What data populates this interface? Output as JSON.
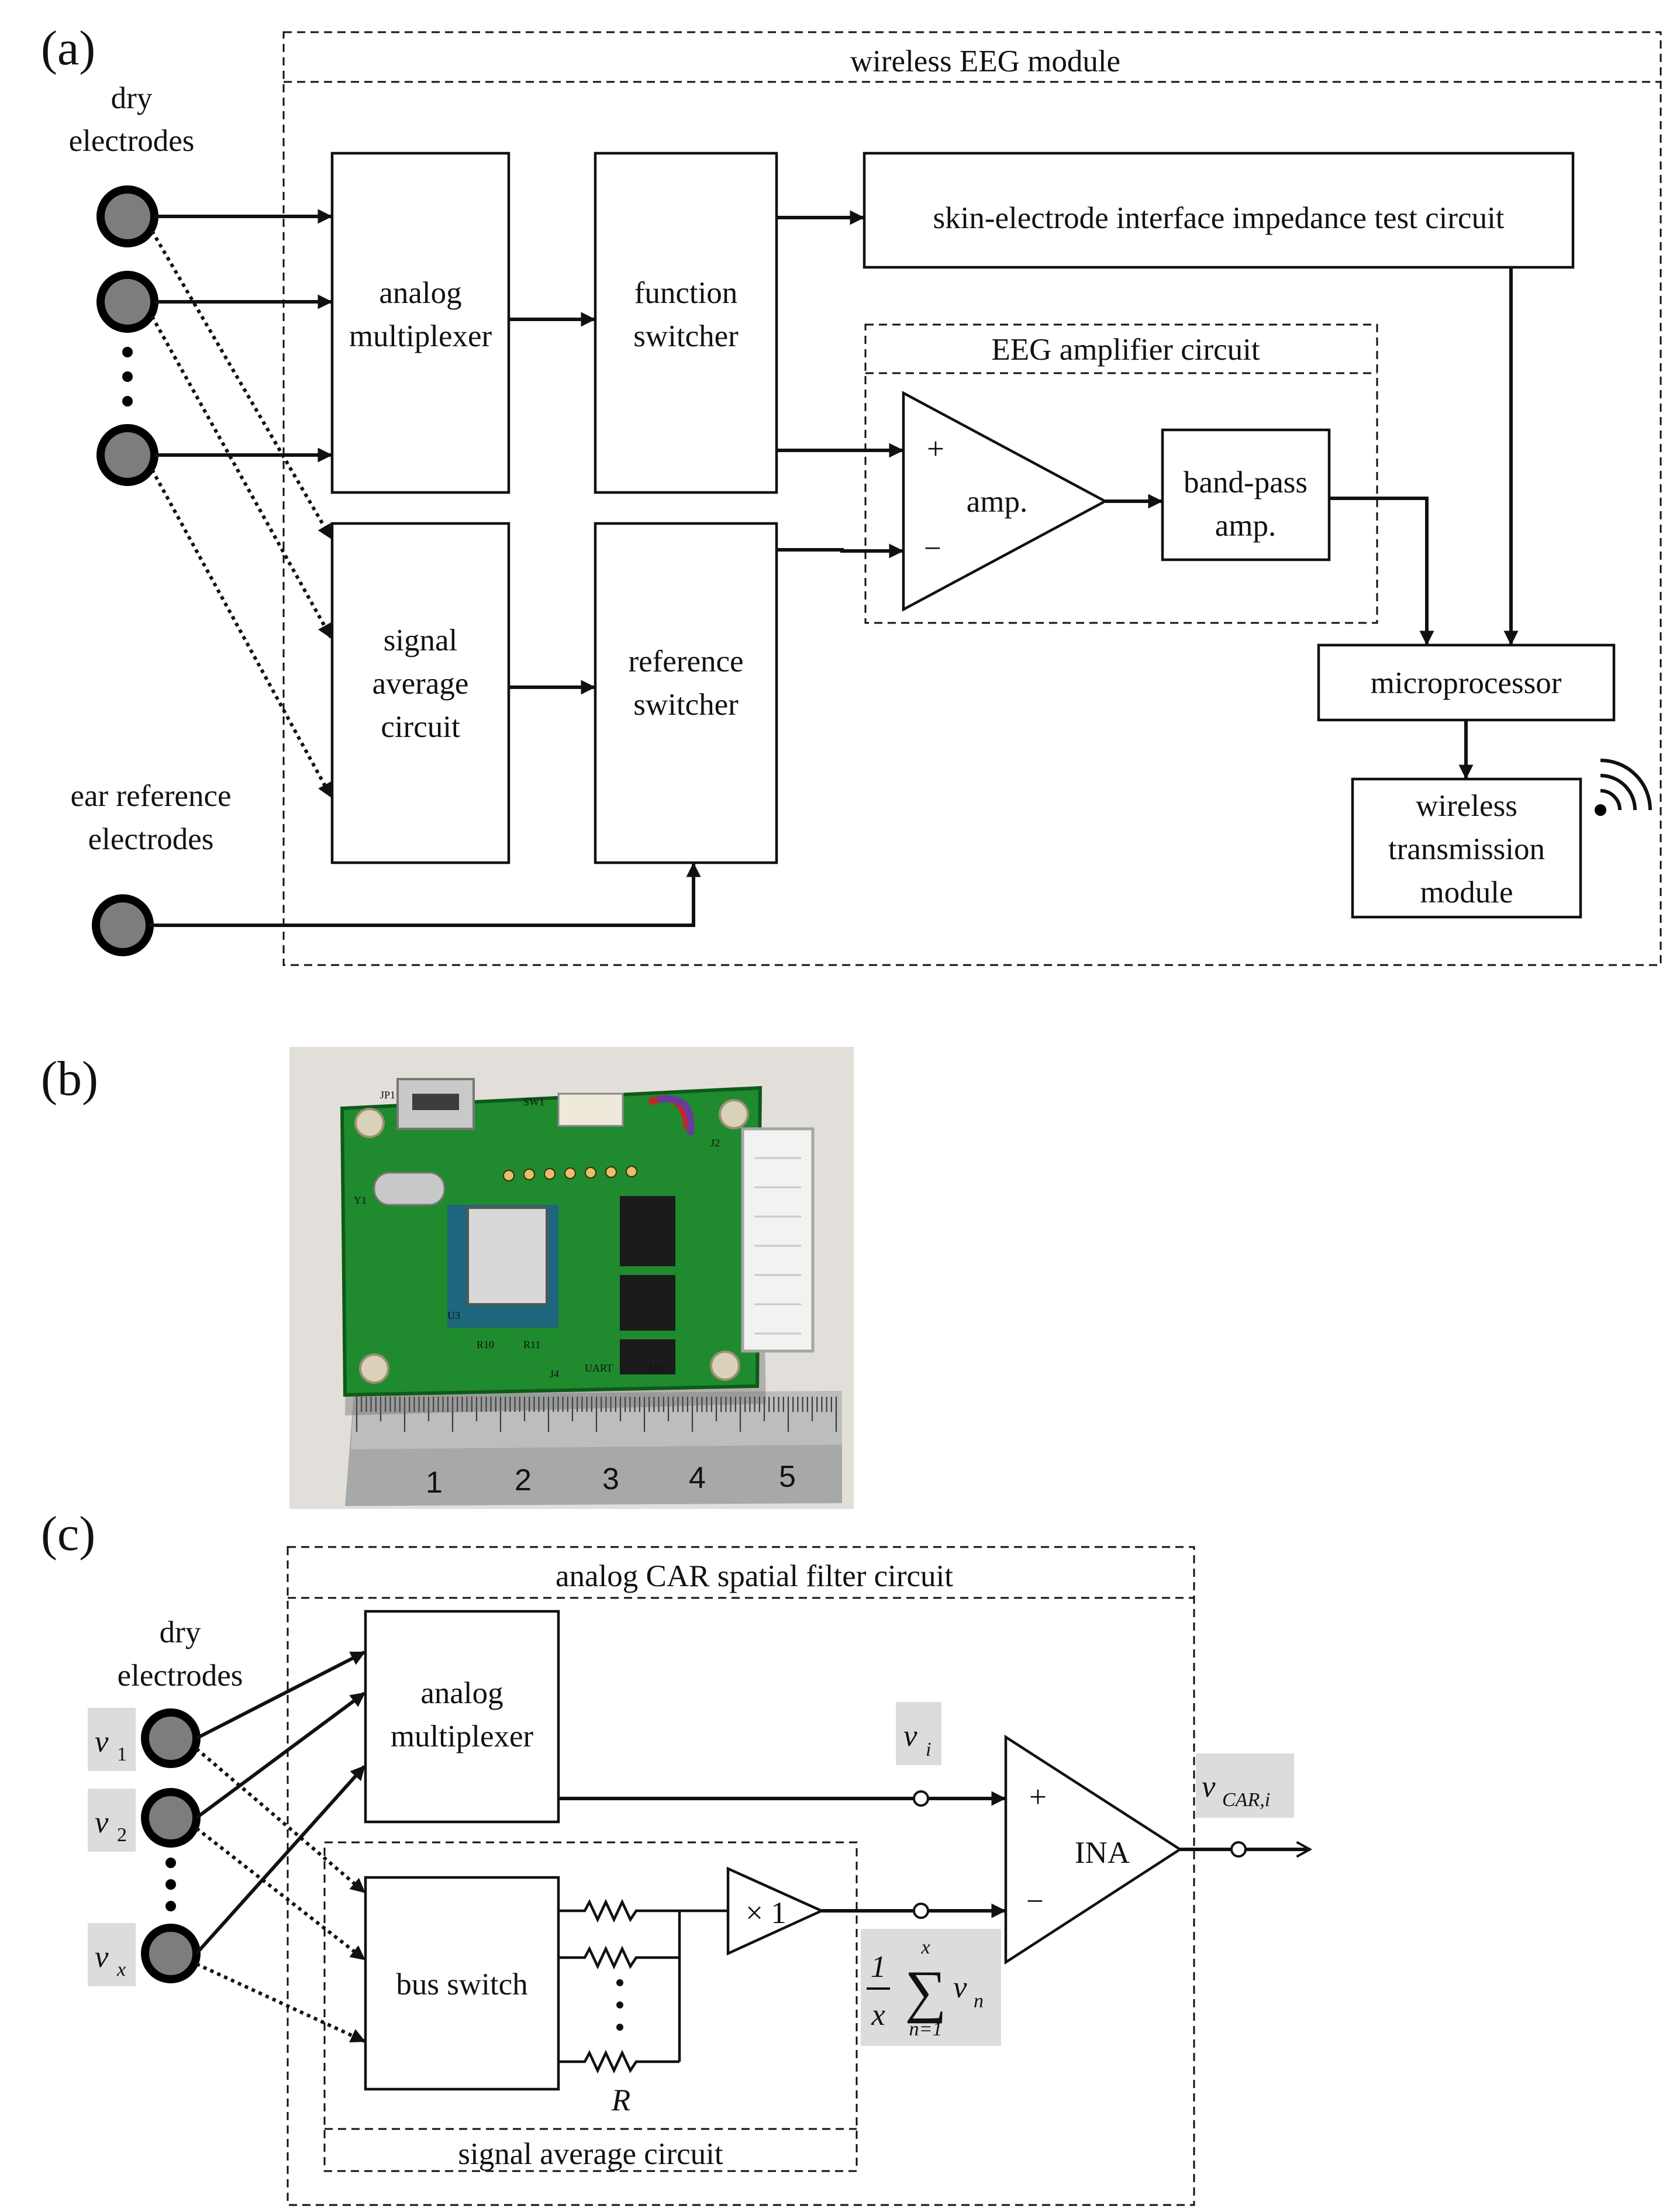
{
  "panel_labels": {
    "a": "(a)",
    "b": "(b)",
    "c": "(c)"
  },
  "panel_a": {
    "module_title": "wireless EEG module",
    "dry_electrodes": [
      "dry",
      "electrodes"
    ],
    "ear_reference": [
      "ear reference",
      "electrodes"
    ],
    "analog_multiplexer": [
      "analog",
      "multiplexer"
    ],
    "function_switcher": [
      "function",
      "switcher"
    ],
    "impedance_test": "skin-electrode interface impedance test circuit",
    "amplifier_title": "EEG amplifier circuit",
    "amp": "amp.",
    "plus": "+",
    "minus": "−",
    "bandpass": [
      "band-pass",
      "amp."
    ],
    "signal_average": [
      "signal",
      "average",
      "circuit"
    ],
    "reference_switcher": [
      "reference",
      "switcher"
    ],
    "microprocessor": "microprocessor",
    "wireless": [
      "wireless",
      "transmission",
      "module"
    ]
  },
  "panel_b": {
    "photo": "EEG module circuit board photo with ruler",
    "ruler_ticks": [
      "1",
      "2",
      "3",
      "4",
      "5"
    ],
    "board_text": [
      "JP1",
      "SW1",
      "J2",
      "Y1",
      "U3",
      "U6",
      "R10",
      "R11",
      "UART",
      "J4"
    ]
  },
  "panel_c": {
    "title": "analog CAR spatial filter circuit",
    "dry_electrodes": [
      "dry",
      "electrodes"
    ],
    "v": "v",
    "subs": [
      "1",
      "2",
      "x"
    ],
    "analog_multiplexer": [
      "analog",
      "multiplexer"
    ],
    "vi_sub": "i",
    "vcar_sub": "CAR,i",
    "ina": "INA",
    "plus": "+",
    "minus": "−",
    "bus_switch": "bus switch",
    "buffer": "× 1",
    "resistor": "R",
    "avg_title": "signal average circuit",
    "frac_num": "1",
    "frac_den": "x",
    "sum_top": "x",
    "sum_bottom": "n=1",
    "sum_symbol": "∑",
    "vn_sub": "n"
  }
}
